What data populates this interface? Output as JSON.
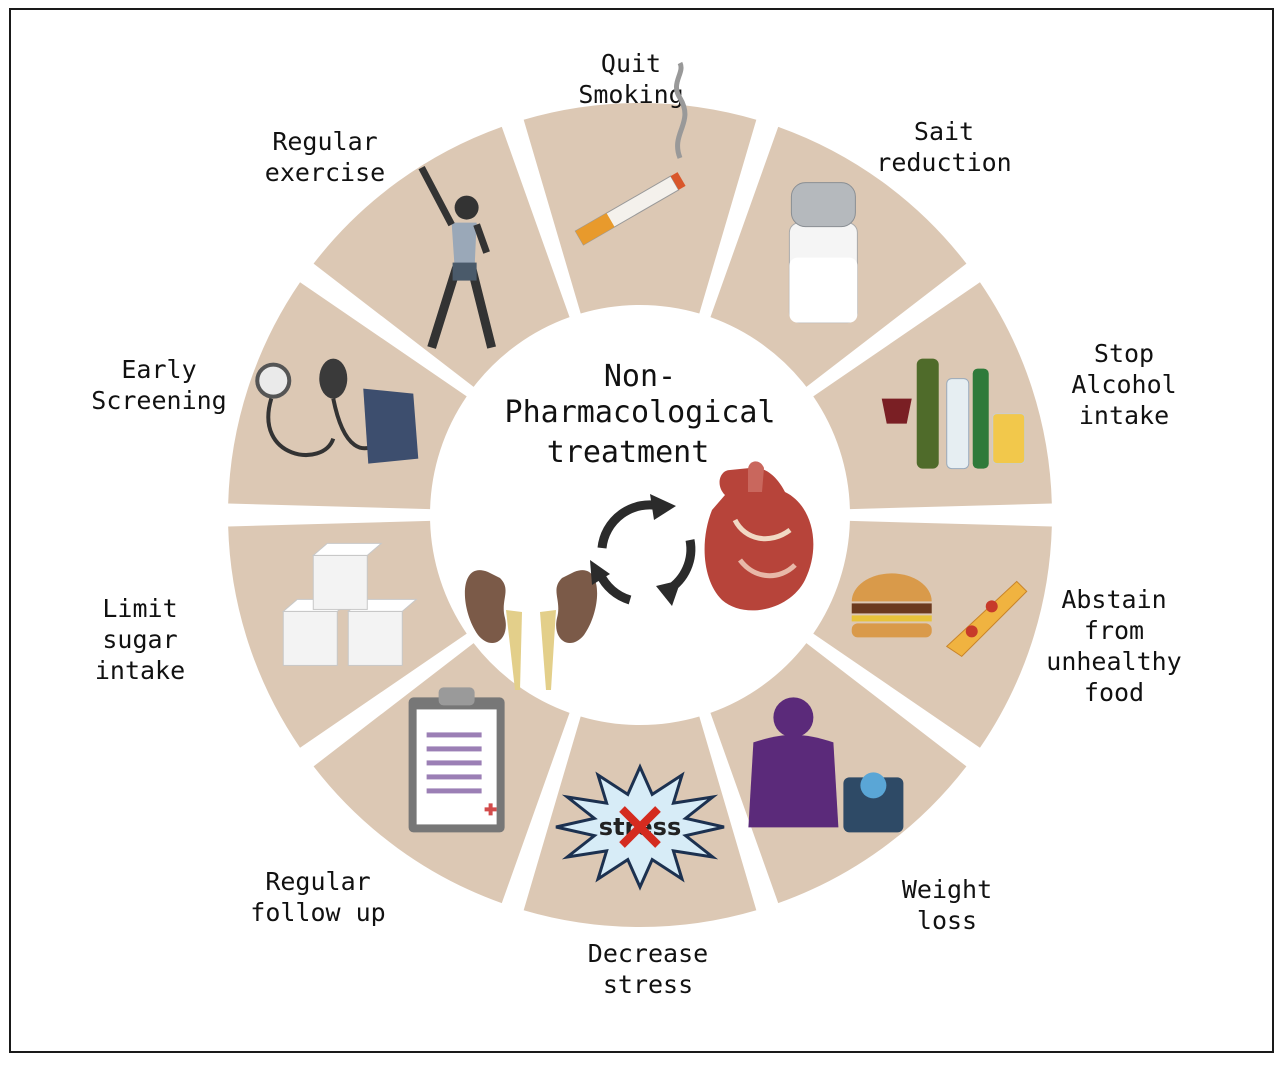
{
  "center": {
    "title_line1": "Non-",
    "title_line2": "Pharmacological",
    "title_line3": "treatment"
  },
  "segments": [
    {
      "id": "quit-smoking",
      "lines": [
        "Quit",
        "Smoking"
      ],
      "icon": "cigarette-icon"
    },
    {
      "id": "salt-reduction",
      "lines": [
        "Sait",
        "reduction"
      ],
      "icon": "salt-shaker-icon"
    },
    {
      "id": "stop-alcohol",
      "lines": [
        "Stop",
        "Alcohol",
        "intake"
      ],
      "icon": "alcohol-bottles-icon"
    },
    {
      "id": "unhealthy-food",
      "lines": [
        "Abstain",
        "from",
        "unhealthy",
        "food"
      ],
      "icon": "fast-food-icon"
    },
    {
      "id": "weight-loss",
      "lines": [
        "Weight",
        "loss"
      ],
      "icon": "weight-scale-icon"
    },
    {
      "id": "decrease-stress",
      "lines": [
        "Decrease",
        "stress"
      ],
      "icon": "stress-burst-icon"
    },
    {
      "id": "regular-follow-up",
      "lines": [
        "Regular",
        "follow up"
      ],
      "icon": "clipboard-icon"
    },
    {
      "id": "limit-sugar",
      "lines": [
        "Limit",
        "sugar",
        "intake"
      ],
      "icon": "sugar-cubes-icon"
    },
    {
      "id": "early-screening",
      "lines": [
        "Early",
        "Screening"
      ],
      "icon": "blood-pressure-cuff-icon"
    },
    {
      "id": "regular-exercise",
      "lines": [
        "Regular",
        "exercise"
      ],
      "icon": "exercising-person-icon"
    }
  ],
  "stress_icon_word": "stress",
  "center_icons": [
    "kidneys-icon",
    "cycle-arrows-icon",
    "heart-icon"
  ],
  "colors": {
    "segment_fill": "#dcc8b4",
    "gap": "#ffffff",
    "text": "#111111",
    "person_purple": "#5b2a7a",
    "scale_blue": "#2e4a66"
  }
}
